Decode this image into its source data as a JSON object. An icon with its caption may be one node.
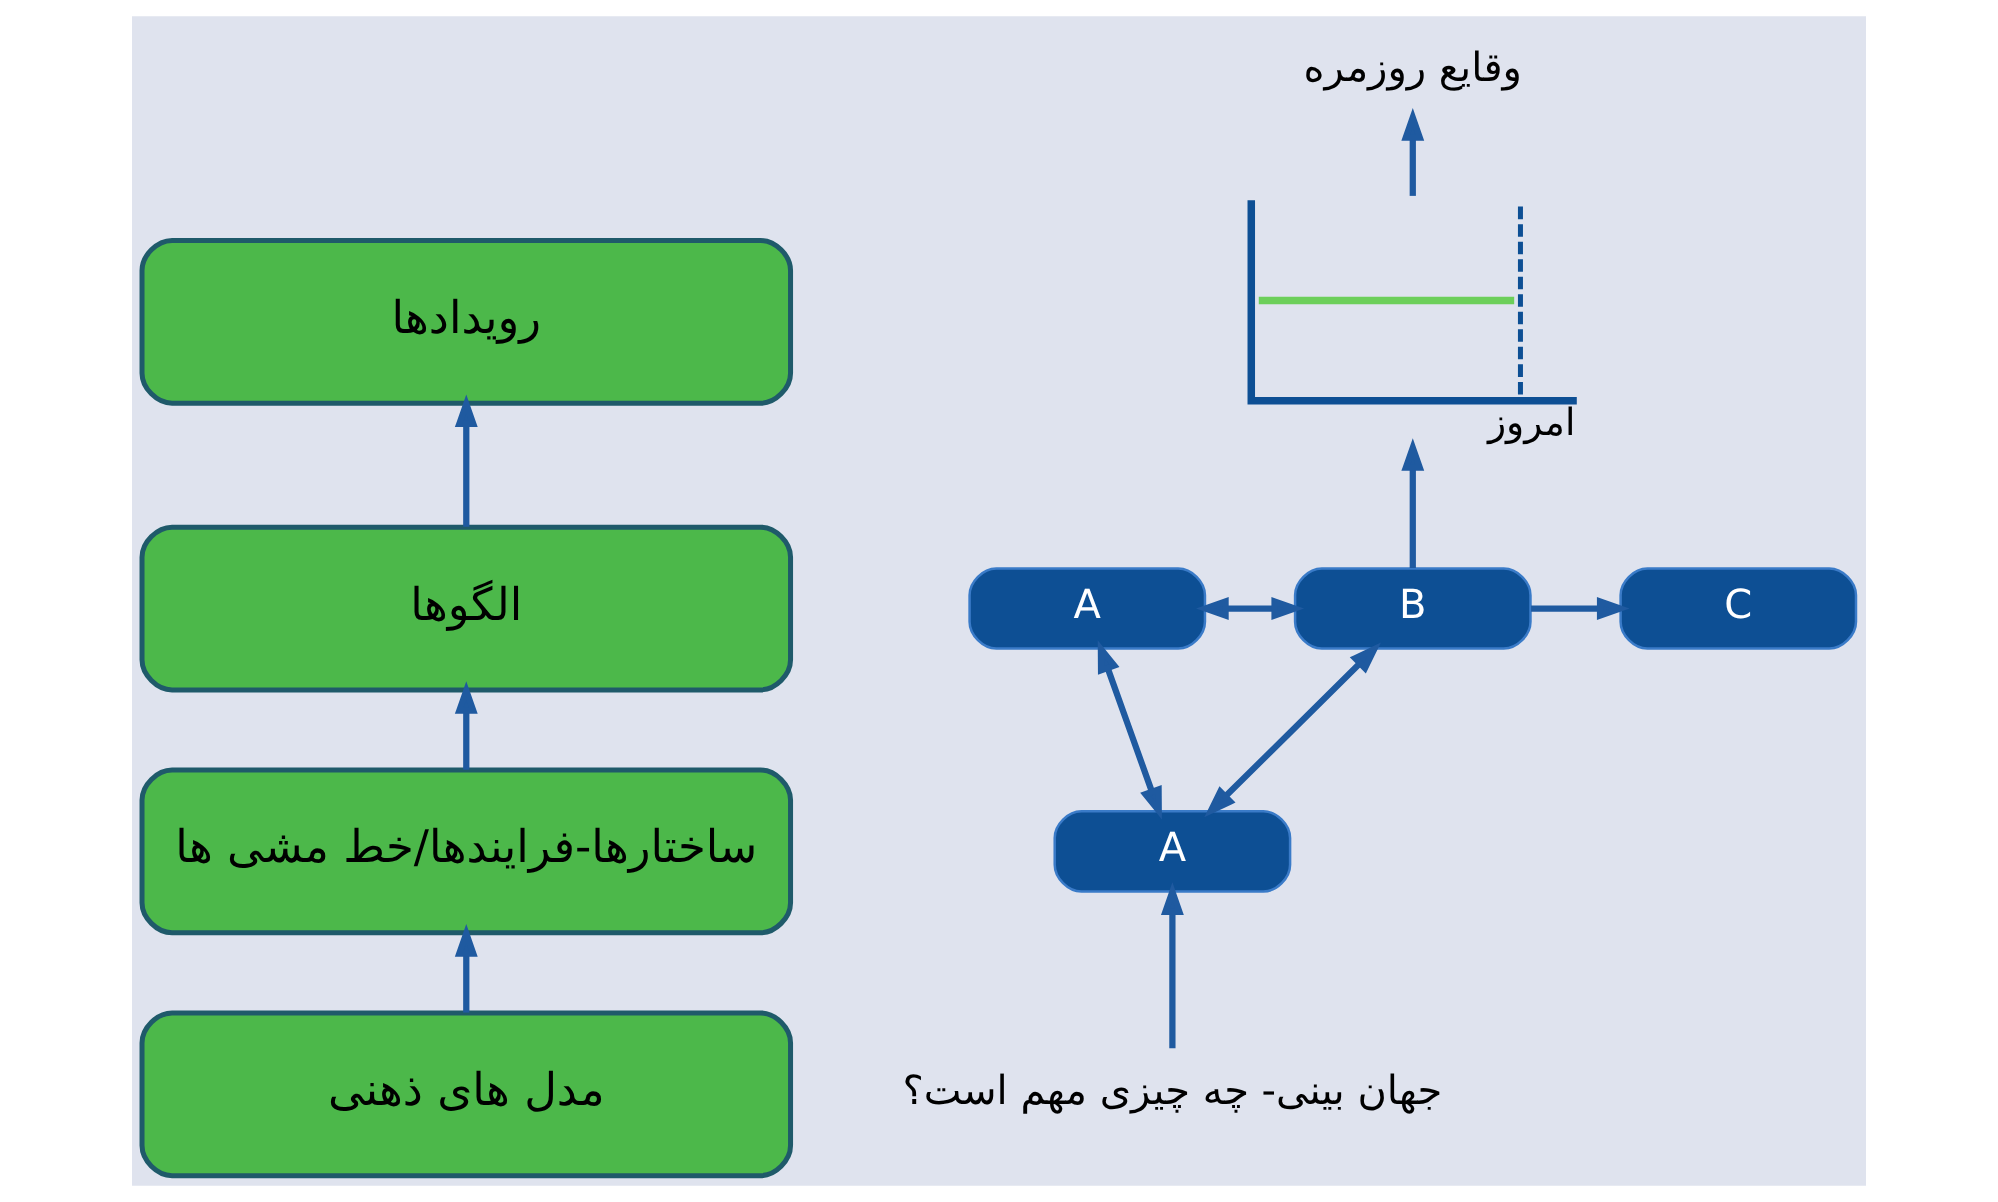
{
  "diagram": {
    "nodes": [
      {
        "text": [
          "رویدادها"
        ]
      },
      {
        "text": [
          "الگوها"
        ]
      },
      {
        "text": [
          "ساختارها-فرایندها/خط مشی ها"
        ]
      },
      {
        "text": [
          "مدل های ذهنی"
        ]
      },
      {
        "text": [
          "وقایع روزمره"
        ]
      },
      {
        "text": [
          "امروز"
        ]
      },
      {
        "text": [
          "A"
        ]
      },
      {
        "text": [
          "B"
        ]
      },
      {
        "text": [
          "C"
        ]
      },
      {
        "text": [
          "A"
        ]
      },
      {
        "text": [
          "جهان بینی- چه چیزی مهم است؟"
        ]
      }
    ],
    "edges": [
      {
        "from": 3,
        "to": 2,
        "arrow": "to"
      },
      {
        "from": 2,
        "to": 1,
        "arrow": "to"
      },
      {
        "from": 1,
        "to": 0,
        "arrow": "to"
      },
      {
        "from": 10,
        "to": 9,
        "arrow": "to"
      },
      {
        "from": 9,
        "to": 6,
        "arrow": "both"
      },
      {
        "from": 9,
        "to": 7,
        "arrow": "both"
      },
      {
        "from": 6,
        "to": 7,
        "arrow": "both"
      },
      {
        "from": 7,
        "to": 8,
        "arrow": "to"
      },
      {
        "from": 7,
        "to": 5,
        "arrow": "to"
      },
      {
        "from": 5,
        "to": 4,
        "arrow": "to"
      }
    ]
  }
}
